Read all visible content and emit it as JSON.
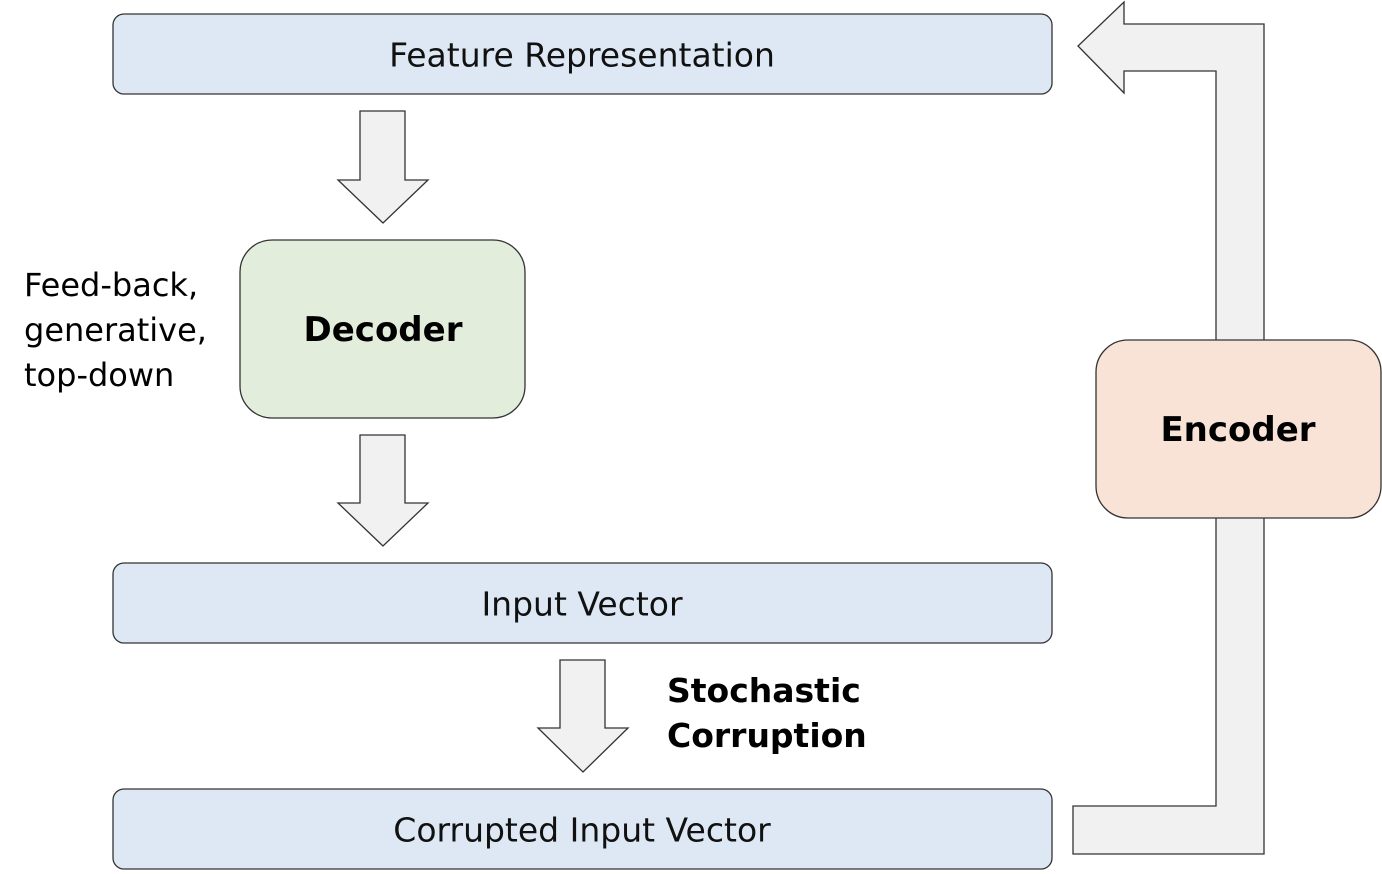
{
  "blocks": {
    "feature_representation": "Feature Representation",
    "input_vector": "Input Vector",
    "corrupted_input_vector": "Corrupted Input Vector",
    "decoder": "Decoder",
    "encoder": "Encoder"
  },
  "annotations": {
    "decoder_description": [
      "Feed-back,",
      "generative,",
      "top-down"
    ],
    "corruption_label": [
      "Stochastic",
      "Corruption"
    ]
  },
  "colors": {
    "bar_fill": "#dde8f4",
    "decoder_fill": "#e2eedb",
    "encoder_fill": "#f9e3d6",
    "arrow_fill": "#f1f1f1",
    "stroke": "#333333"
  }
}
